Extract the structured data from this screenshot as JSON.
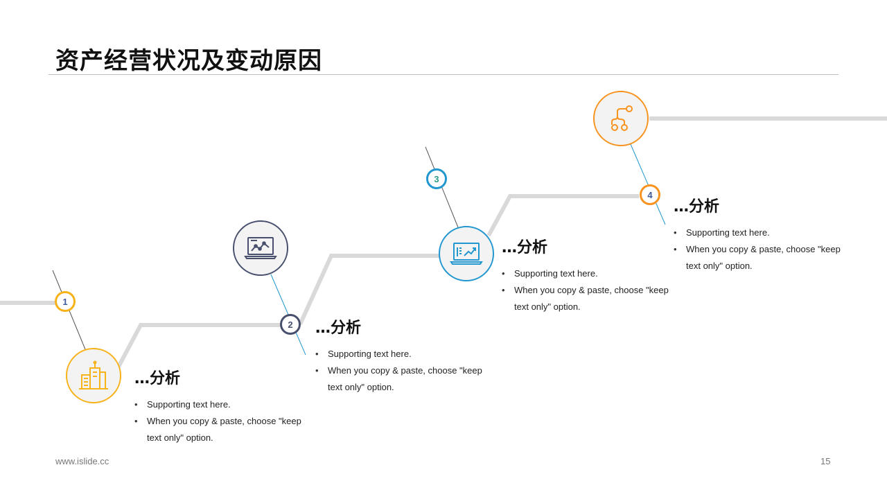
{
  "title": "资产经营状况及变动原因",
  "steps": [
    {
      "number": "1",
      "heading": "…分析",
      "bullets": [
        "Supporting text here.",
        "When you copy & paste, choose \"keep text only\" option."
      ],
      "icon": "buildings-icon",
      "color": "#f7b21a",
      "number_color": "#3d5a99"
    },
    {
      "number": "2",
      "heading": "…分析",
      "bullets": [
        "Supporting text here.",
        "When you copy & paste, choose \"keep text only\" option."
      ],
      "icon": "laptop-chart-icon",
      "color": "#474f6d",
      "number_color": "#474f6d"
    },
    {
      "number": "3",
      "heading": "…分析",
      "bullets": [
        "Supporting text here.",
        "When you copy & paste, choose \"keep text only\" option."
      ],
      "icon": "laptop-trend-icon",
      "color": "#2196cf",
      "number_color": "#2e9b8a"
    },
    {
      "number": "4",
      "heading": "…分析",
      "bullets": [
        "Supporting text here.",
        "When you copy & paste, choose \"keep text only\" option."
      ],
      "icon": "flow-branch-icon",
      "color": "#f7931e",
      "number_color": "#3d5a99"
    }
  ],
  "footer": {
    "url": "www.islide.cc",
    "page": "15"
  }
}
